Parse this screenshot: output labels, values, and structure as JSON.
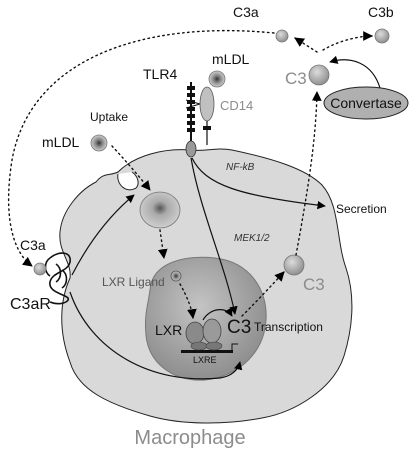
{
  "labels": {
    "c3a_top": "C3a",
    "c3b": "C3b",
    "c3_top": "C3",
    "convertase": "Convertase",
    "tlr4": "TLR4",
    "mldl_top": "mLDL",
    "cd14": "CD14",
    "uptake": "Uptake",
    "mldl_left": "mLDL",
    "nfkb": "NF-kB",
    "secretion": "Secretion",
    "mek": "MEK1/2",
    "c3a_left": "C3a",
    "c3ar": "C3aR",
    "lxr_ligand": "LXR Ligand",
    "c3_cell": "C3",
    "lxr": "LXR",
    "c3_nucleus": "C3",
    "transcription": "Transcription",
    "lxre": "LXRE",
    "macrophage": "Macrophage"
  },
  "colors": {
    "cell_fill": "#d9d9d9",
    "nucleus_fill": "#a8a8a8",
    "convertase_fill": "#b0b0b0",
    "particle_fill": "#b8b8b8",
    "line": "#000000",
    "muted_text": "#8c8c8c"
  }
}
